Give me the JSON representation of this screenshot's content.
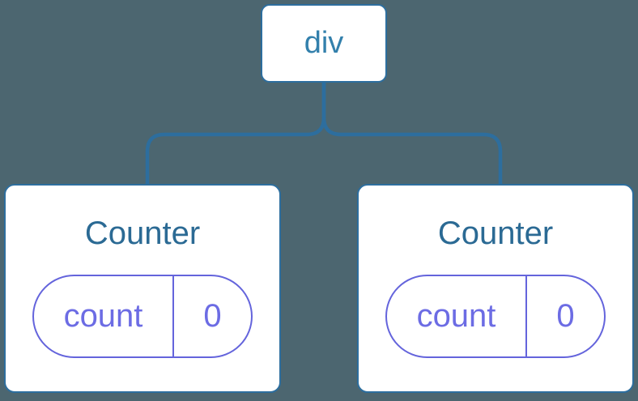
{
  "colors": {
    "background": "#4C6670",
    "connector": "#2D6E9E",
    "node-bg": "#FFFFFF",
    "root-text": "#3380AC",
    "component-title": "#2B6A94",
    "state-accent": "#6464DC",
    "state-text": "#6C6CE4"
  },
  "tree": {
    "root": {
      "label": "div"
    },
    "children": [
      {
        "title": "Counter",
        "state": {
          "key": "count",
          "value": "0"
        }
      },
      {
        "title": "Counter",
        "state": {
          "key": "count",
          "value": "0"
        }
      }
    ]
  }
}
